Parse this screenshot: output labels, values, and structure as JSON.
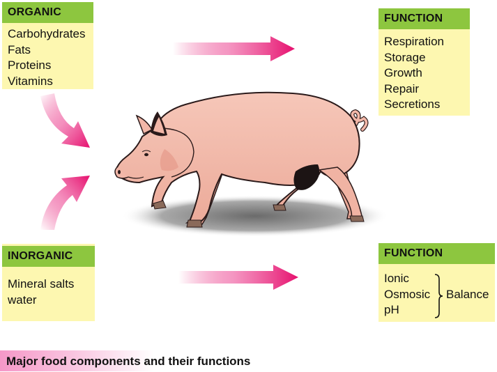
{
  "organic": {
    "title": "ORGANIC",
    "items": [
      "Carbohydrates",
      "Fats",
      "Proteins",
      "Vitamins"
    ]
  },
  "inorganic": {
    "title": "INORGANIC",
    "items": [
      "Mineral salts",
      "water"
    ]
  },
  "function_organic": {
    "title": "FUNCTION",
    "items": [
      "Respiration",
      "Storage",
      "Growth",
      "Repair",
      "Secretions"
    ]
  },
  "function_inorganic": {
    "title": "FUNCTION",
    "items": [
      "Ionic",
      "Osmosic",
      "pH"
    ],
    "group_label": "Balance"
  },
  "caption": "Major food components and their functions",
  "colors": {
    "header_green": "#8dc63f",
    "box_yellow": "#fdf7b0",
    "arrow_magenta": "#e6106e",
    "pig_pink": "#f2b7a8"
  }
}
